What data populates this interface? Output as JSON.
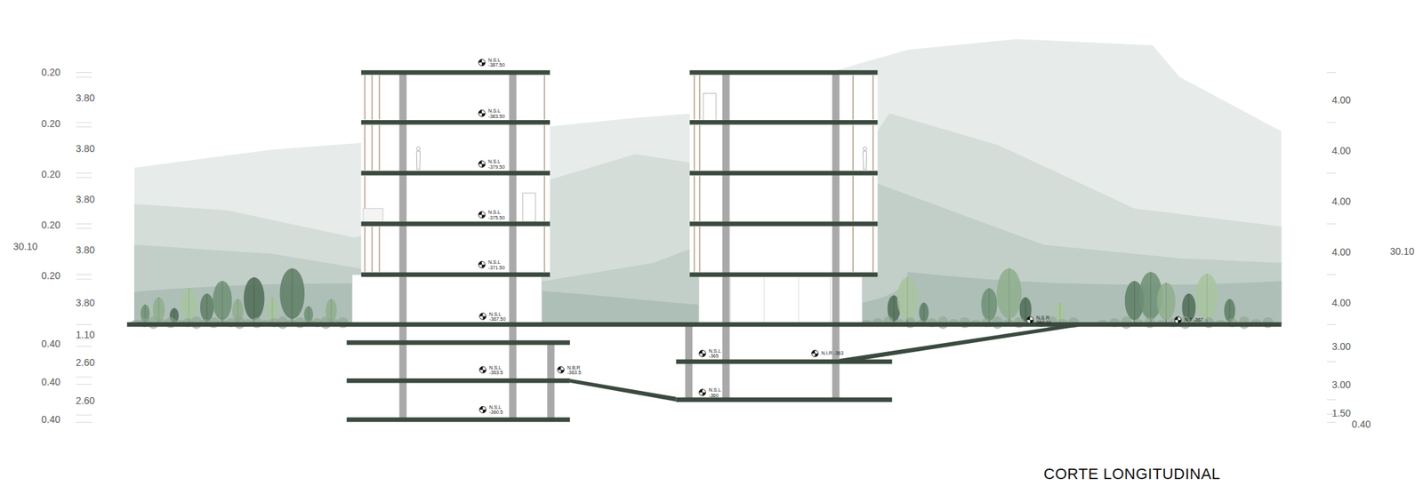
{
  "diagram": {
    "title": "CORTE LONGITUDINAL",
    "labels": [
      "0.20",
      "3.80",
      "0.20",
      "3.80",
      "0.20",
      "3.80",
      "0.20",
      "3.80",
      "0.20",
      "3.80",
      "1.10",
      "0.40",
      "2.60",
      "0.40",
      "2.60",
      "0.40",
      "30.10",
      "4.00",
      "4.00",
      "4.00",
      "4.00",
      "4.00",
      "3.00",
      "3.00",
      "1.50",
      "0.40",
      "30.10",
      "N.S.L -387.50",
      "N.S.L -383.50",
      "N.S.L -379.50",
      "N.S.L -375.50",
      "N.S.L -371.50",
      "N.S.L -367.50",
      "N.S.L -363.5",
      "N.S.L -360.5",
      "N.B.R -363.5",
      "N.S.L -365",
      "N.I.R -363",
      "N.S.L -360",
      "N.S.R 369.01",
      "N.T -367"
    ]
  }
}
